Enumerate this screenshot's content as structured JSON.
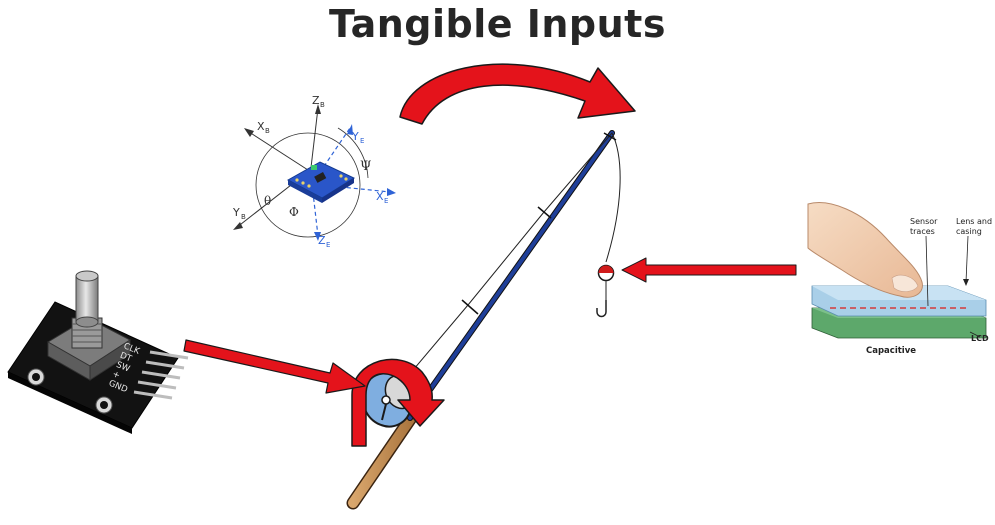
{
  "title": "Tangible Inputs",
  "imu_axes": {
    "z_b": "Z",
    "z_b_sub": "B",
    "x_b": "X",
    "x_b_sub": "B",
    "y_b": "Y",
    "y_b_sub": "B",
    "y_e": "Y",
    "y_e_sub": "E",
    "x_e": "X",
    "x_e_sub": "E",
    "z_e": "Z",
    "z_e_sub": "E",
    "psi": "Ψ",
    "theta": "θ",
    "phi": "Φ"
  },
  "encoder_pins": [
    "CLK",
    "DT",
    "SW",
    "+",
    "GND"
  ],
  "touch_diagram": {
    "sensor_traces": [
      "Sensor",
      "traces"
    ],
    "lens_casing": [
      "Lens and",
      "casing"
    ],
    "lcd": "LCD",
    "caption": "Capacitive"
  },
  "colors": {
    "arrow_red": "#e4131b",
    "rod_blue": "#1f3f99",
    "handle_tan": "#c8935a",
    "reel_blue": "#7faee0",
    "imu_blue": "#2f63d6",
    "lcd_green": "#5da86b",
    "lens_blue": "#a9cfe8"
  }
}
